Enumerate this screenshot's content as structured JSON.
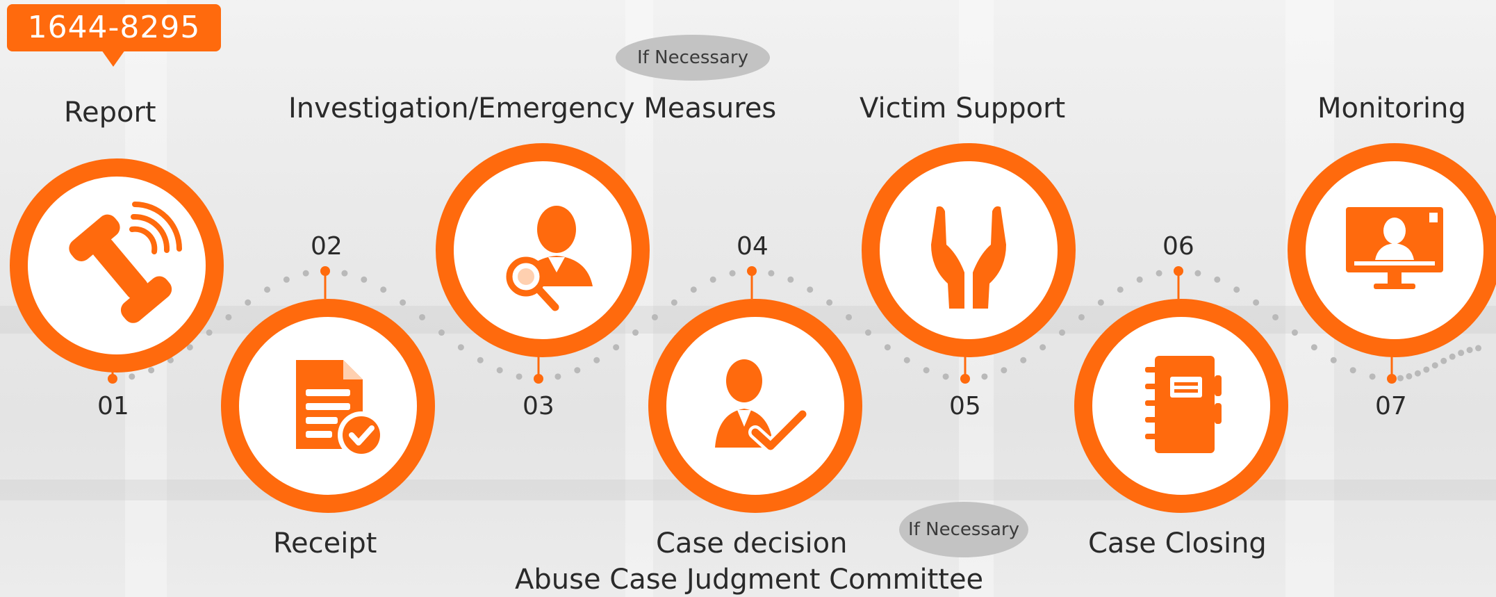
{
  "hotline": "1644-8295",
  "accent_color": "#ff6a0d",
  "steps": [
    {
      "number": "01",
      "label": "Report",
      "icon": "phone-icon"
    },
    {
      "number": "02",
      "label": "Receipt",
      "icon": "document-check-icon"
    },
    {
      "number": "03",
      "label": "Investigation/Emergency Measures",
      "icon": "person-search-icon"
    },
    {
      "number": "04",
      "label": "Case decision",
      "icon": "person-check-icon"
    },
    {
      "number": "05",
      "label": "Victim Support",
      "icon": "supporting-hands-icon"
    },
    {
      "number": "06",
      "label": "Case Closing",
      "icon": "notebook-icon"
    },
    {
      "number": "07",
      "label": "Monitoring",
      "icon": "monitor-person-icon"
    }
  ],
  "committee_label": "Abuse Case Judgment Committee",
  "notes": {
    "step3": "If Necessary",
    "committee": "If Necessary"
  }
}
